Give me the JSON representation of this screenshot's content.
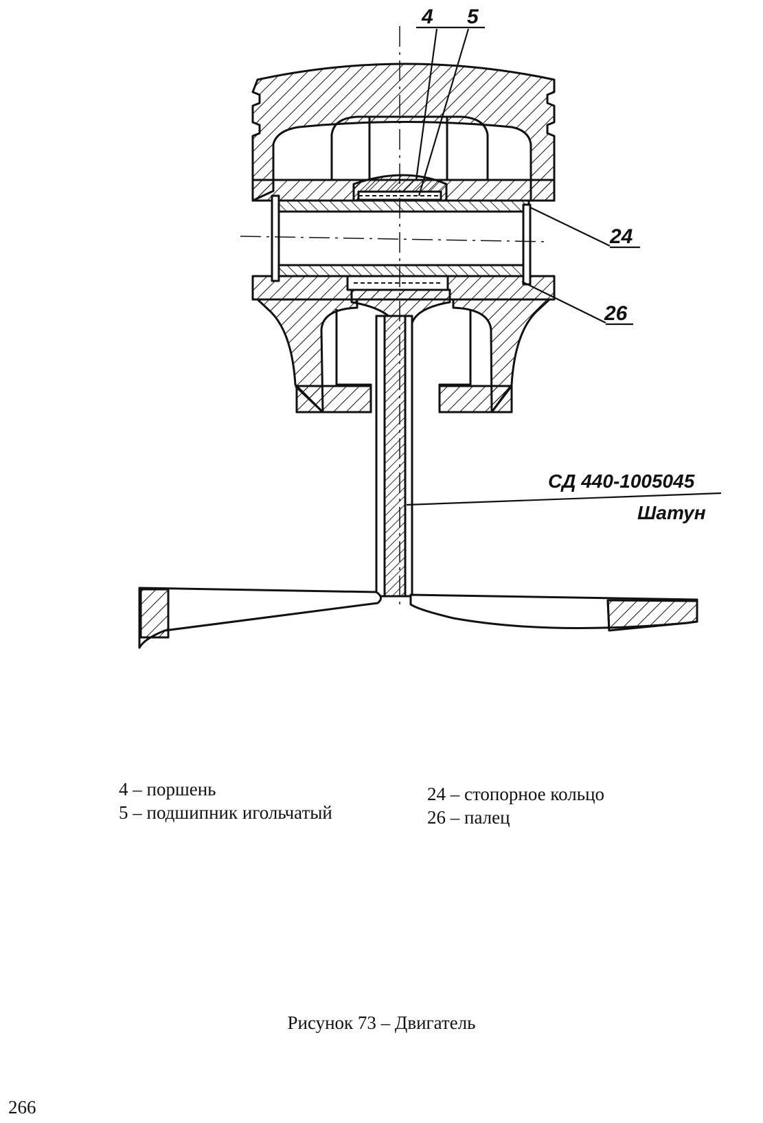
{
  "diagram": {
    "callouts": {
      "piston": "4",
      "needle_bearing": "5",
      "retaining_ring": "24",
      "pin": "26"
    },
    "part_number": "СД 440-1005045",
    "part_name": "Шатун"
  },
  "legend": {
    "left": [
      "4 – поршень",
      "5 – подшипник игольчатый"
    ],
    "right": [
      "24 – стопорное кольцо",
      "26 – палец"
    ]
  },
  "caption": "Рисунок 73 – Двигатель",
  "page_number": "266"
}
